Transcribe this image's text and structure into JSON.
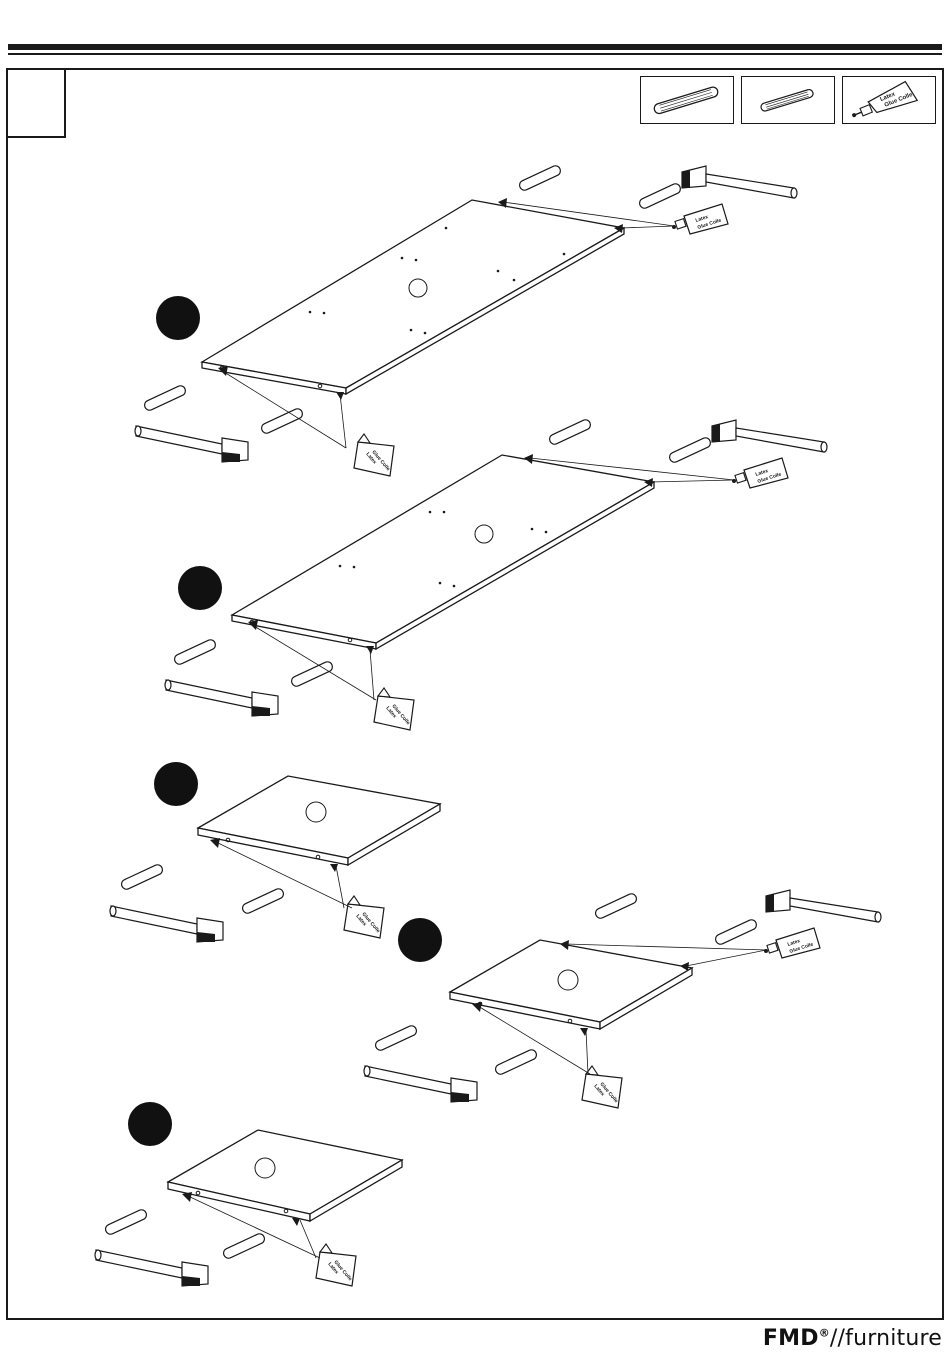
{
  "header": {
    "step_number": ""
  },
  "parts_legend": {
    "items": [
      {
        "name": "dowel-large",
        "icon": "dowel-icon"
      },
      {
        "name": "dowel-small",
        "icon": "dowel-icon"
      },
      {
        "name": "glue-tube",
        "icon": "glue-tube-icon"
      }
    ]
  },
  "glue_label": {
    "line1": "Latex",
    "line2": "Glue Colle"
  },
  "panels": [
    {
      "id": "panel-1",
      "marker": ""
    },
    {
      "id": "panel-2",
      "marker": ""
    },
    {
      "id": "panel-3",
      "marker": ""
    },
    {
      "id": "panel-4",
      "marker": ""
    },
    {
      "id": "panel-5",
      "marker": ""
    }
  ],
  "footer": {
    "brand": "FMD",
    "registered": "®",
    "suffix": "//furniture"
  },
  "colors": {
    "ink": "#1a1a1a",
    "marker": "#111111",
    "paper": "#ffffff"
  }
}
